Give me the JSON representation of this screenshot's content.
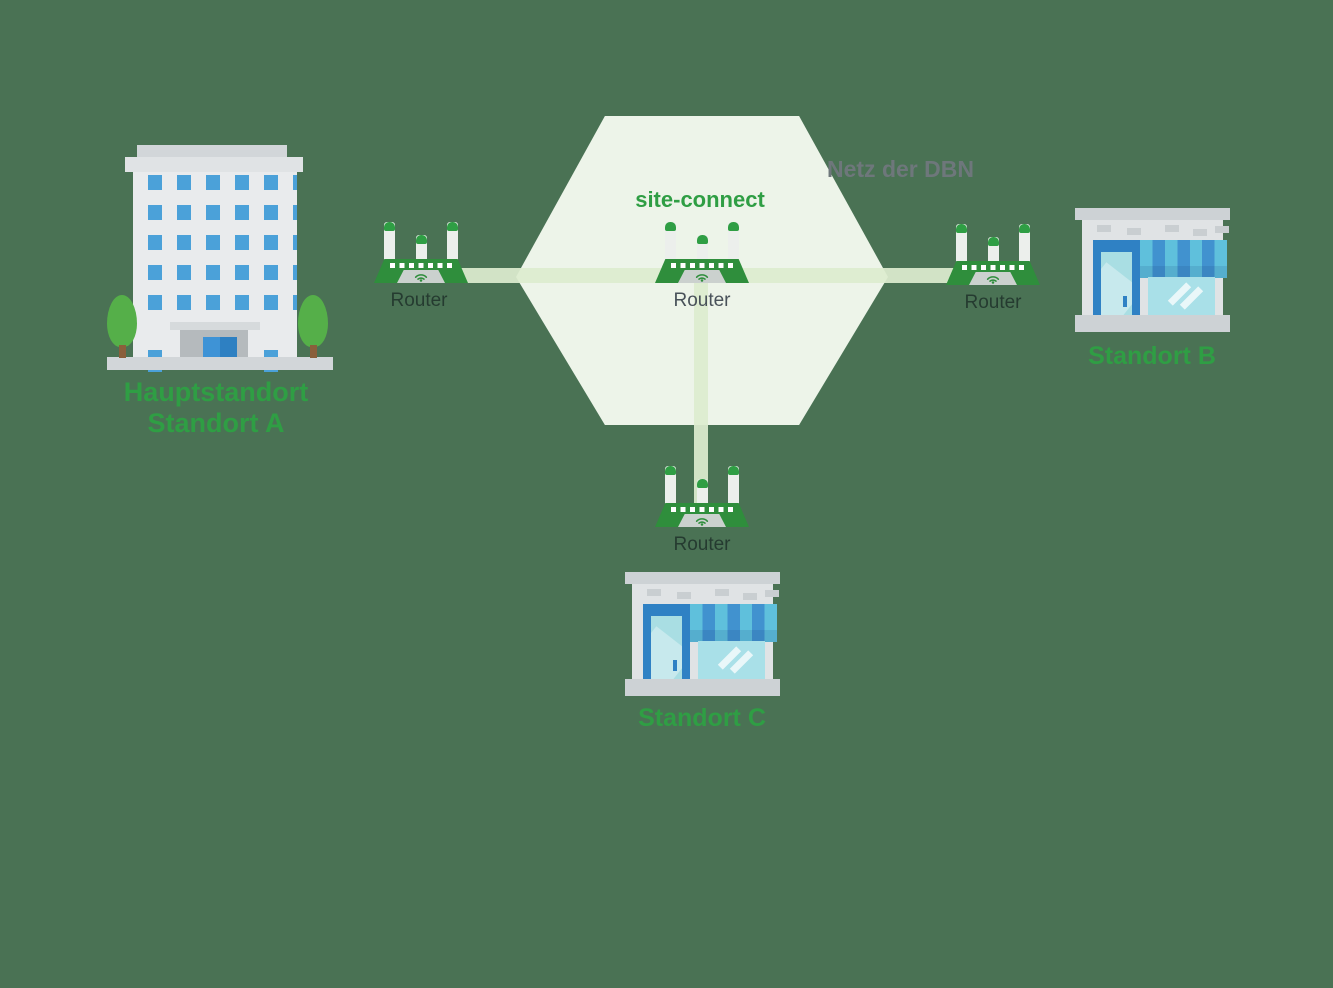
{
  "diagram": {
    "network_label": "Netz der DBN",
    "service_label": "site-connect"
  },
  "routers": {
    "left": {
      "label": "Router"
    },
    "center": {
      "label": "Router"
    },
    "right": {
      "label": "Router"
    },
    "bottom": {
      "label": "Router"
    }
  },
  "buildings": {
    "headquarters": {
      "label_line1": "Hauptstandort",
      "label_line2": "Standort A"
    },
    "site_b": {
      "label": "Standort B"
    },
    "site_c": {
      "label": "Standort C"
    }
  },
  "colors": {
    "background": "#4A7254",
    "hexagon": "#EDF4E9",
    "connection_line": "#DDEBCF",
    "router_green": "#2F8E3C",
    "antenna_cap_green": "#2F9E44",
    "label_green": "#2F9E44",
    "network_label_gray": "#6E777B",
    "router_label_gray": "#49525A",
    "window_blue": "#4BA1D9",
    "door_blue": "#2F81C4",
    "awning_light_blue": "#5FC0DC",
    "awning_dark_blue": "#4192CF",
    "glass_cyan": "#A9DEE3",
    "building_gray": "#E9EBED",
    "tree_green": "#55AF49",
    "trunk_brown": "#8A5F3B"
  }
}
